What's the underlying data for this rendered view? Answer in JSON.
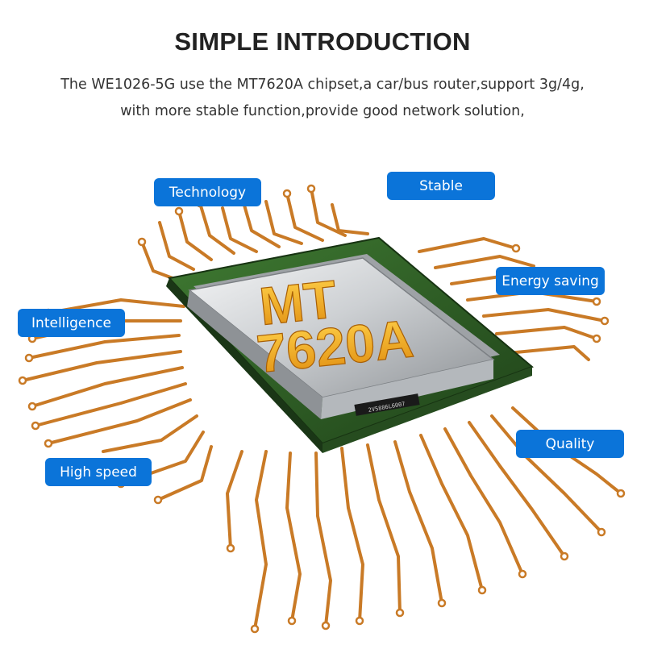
{
  "heading": {
    "title": "SIMPLE INTRODUCTION",
    "line1": "The WE1026-5G use the MT7620A chipset,a car/bus router,support 3g/4g,",
    "line2": "with more stable function,provide good network solution,"
  },
  "chip": {
    "line1": "MT",
    "line2": "7620A",
    "serial": "2V5886L6007"
  },
  "features": {
    "technology": "Technology",
    "stable": "Stable",
    "energy": "Energy saving",
    "intelligence": "Intelligence",
    "quality": "Quality",
    "speed": "High speed"
  },
  "colors": {
    "tag": "#0b74d9",
    "trace": "#d9892f",
    "board": "#2f5d26",
    "lid": "#c8cbcf",
    "chip_text": "#f2b01e"
  }
}
